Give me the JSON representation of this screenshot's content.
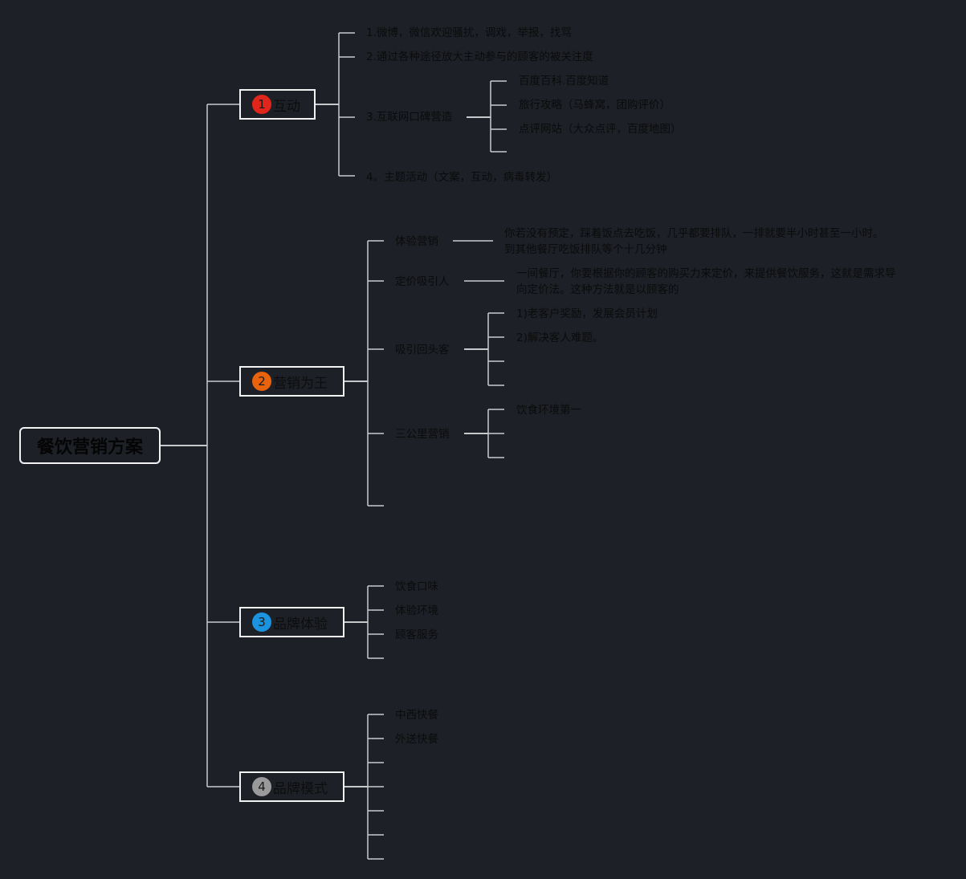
{
  "root": {
    "label": "餐饮营销方案"
  },
  "topics": [
    {
      "num": "1",
      "label": "互动",
      "badge_color": "#e0261b",
      "items": [
        {
          "label": "1.微博，微信欢迎骚扰，调戏，举报，找骂"
        },
        {
          "label": "2.通过各种途径放大主动参与的顾客的被关注度"
        },
        {
          "label": "3.互联网口碑营造",
          "children": [
            "百度百科.百度知道",
            "旅行攻略（马蜂窝，团购评价）",
            "点评网站（大众点评，百度地图）",
            ""
          ]
        },
        {
          "label": "4。主题活动（文案，互动，病毒转发）"
        }
      ]
    },
    {
      "num": "2",
      "label": "营销为王",
      "badge_color": "#e8630c",
      "items": [
        {
          "label": "体验营销",
          "note": [
            "你若没有预定，踩着饭点去吃饭，几乎都要排队，一排就要半小时甚至一小时。",
            "到其他餐厅吃饭排队等个十几分钟"
          ]
        },
        {
          "label": "定价吸引人",
          "note": [
            "一间餐厅，你要根据你的顾客的购买力来定价，来提供餐饮服务，这就是需求导",
            "向定价法。这种方法就是以顾客的"
          ]
        },
        {
          "label": "吸引回头客",
          "children": [
            "1)老客户奖励，发展会员计划",
            "2)解决客人难题。",
            "",
            ""
          ]
        },
        {
          "label": "三公里营销",
          "children": [
            "饮食环境第一",
            "",
            ""
          ]
        },
        {
          "label": ""
        }
      ]
    },
    {
      "num": "3",
      "label": "品牌体验",
      "badge_color": "#1c93df",
      "items": [
        {
          "label": "饮食口味"
        },
        {
          "label": "体验环境"
        },
        {
          "label": "顾客服务"
        },
        {
          "label": ""
        }
      ]
    },
    {
      "num": "4",
      "label": "品牌模式",
      "badge_color": "#9a9a9a",
      "items": [
        {
          "label": "中西快餐"
        },
        {
          "label": "外送快餐"
        },
        {
          "label": ""
        },
        {
          "label": ""
        },
        {
          "label": ""
        },
        {
          "label": ""
        }
      ]
    }
  ]
}
